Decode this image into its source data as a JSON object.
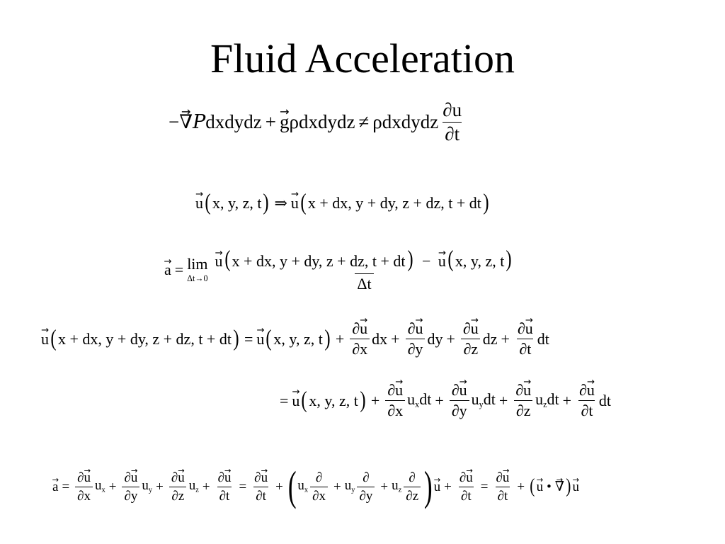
{
  "title": "Fluid Acceleration",
  "equations": {
    "eq1": {
      "minus": "−",
      "nabla": "∇",
      "pressure": "P",
      "dxdydz": "dxdydz",
      "g": "g",
      "rho": "ρ",
      "rho_dxdydz": "ρdxdydz",
      "neq": "≠",
      "partial_u": "∂u",
      "partial_t": "∂t"
    },
    "eq2": {
      "u": "u",
      "args1": "x, y, z, t",
      "implies": "⇒",
      "args2": "x + dx, y + dy, z + dz, t + dt"
    },
    "eq3": {
      "a": "a",
      "lim": "lim",
      "lim_sub": "Δt→0",
      "num_args1": "x + dx, y + dy, z + dz, t + dt",
      "num_args2": "x, y, z, t",
      "den": "Δt"
    },
    "eq4": {
      "lhs_args": "x + dx, y + dy, z + dz, t + dt",
      "rhs_args": "x, y, z, t",
      "dx": "dx",
      "dy": "dy",
      "dz": "dz",
      "dt": "dt",
      "px": "∂x",
      "py": "∂y",
      "pz": "∂z",
      "pt": "∂t",
      "pu": "∂u"
    },
    "eq5": {
      "args": "x, y, z, t",
      "u": "u",
      "sub_x": "x",
      "sub_y": "y",
      "sub_z": "z",
      "dt": "dt"
    },
    "eq6": {
      "partial": "∂",
      "bullet": "•"
    }
  }
}
